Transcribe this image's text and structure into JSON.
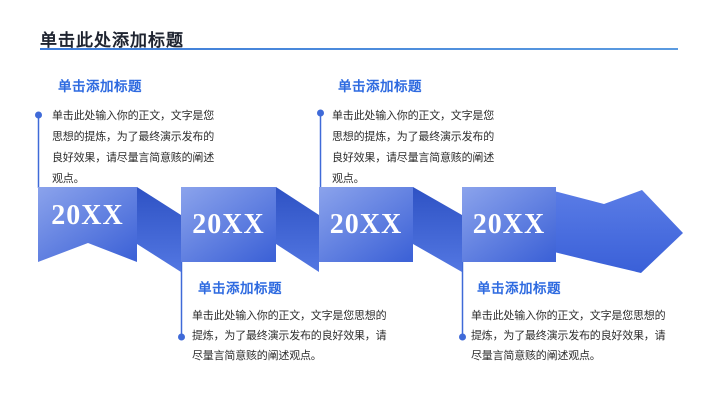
{
  "slide": {
    "title": "单击此处添加标题"
  },
  "colors": {
    "title_text": "#1F2430",
    "title_underline": "#4A8BDC",
    "heading_blue": "#2F6BE0",
    "body_text": "#2D2D2D",
    "banner_gradient_top": "#8BA3EC",
    "banner_gradient_bottom": "#3E63D7",
    "fold_dark": "#2E52C4",
    "fold_light": "#5377E2",
    "arrow_blue": "#3E68E0",
    "connector_blue": "#3F6AD8",
    "year_text": "#FFFFFF"
  },
  "timeline": {
    "items": [
      {
        "year": "20XX",
        "heading": "单击添加标题",
        "position": "top",
        "body_lines": [
          "单击此处输入你的正文，文字是您",
          "思想的提炼，为了最终演示发布的",
          "良好效果，请尽量言简意赅的阐述",
          "观点。"
        ]
      },
      {
        "year": "20XX",
        "heading": "单击添加标题",
        "position": "bottom",
        "body_lines": [
          "单击此处输入你的正文，文字是您思想的",
          "提炼，为了最终演示发布的良好效果，请",
          "尽量言简意赅的阐述观点。"
        ]
      },
      {
        "year": "20XX",
        "heading": "单击添加标题",
        "position": "top",
        "body_lines": [
          "单击此处输入你的正文，文字是您",
          "思想的提炼，为了最终演示发布的",
          "良好效果，请尽量言简意赅的阐述",
          "观点。"
        ]
      },
      {
        "year": "20XX",
        "heading": "单击添加标题",
        "position": "bottom",
        "body_lines": [
          "单击此处输入你的正文，文字是您思想的",
          "提炼，为了最终演示发布的良好效果，请",
          "尽量言简意赅的阐述观点。"
        ]
      }
    ]
  }
}
